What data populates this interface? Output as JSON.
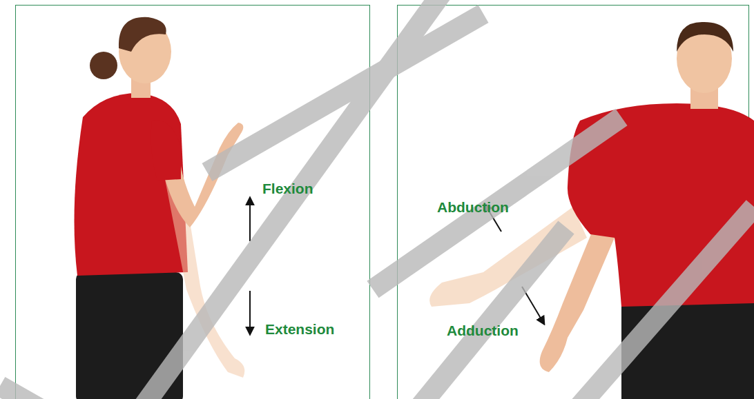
{
  "diagram": {
    "labels": [
      "Flexion",
      "Extension",
      "Abduction",
      "Adduction"
    ]
  }
}
